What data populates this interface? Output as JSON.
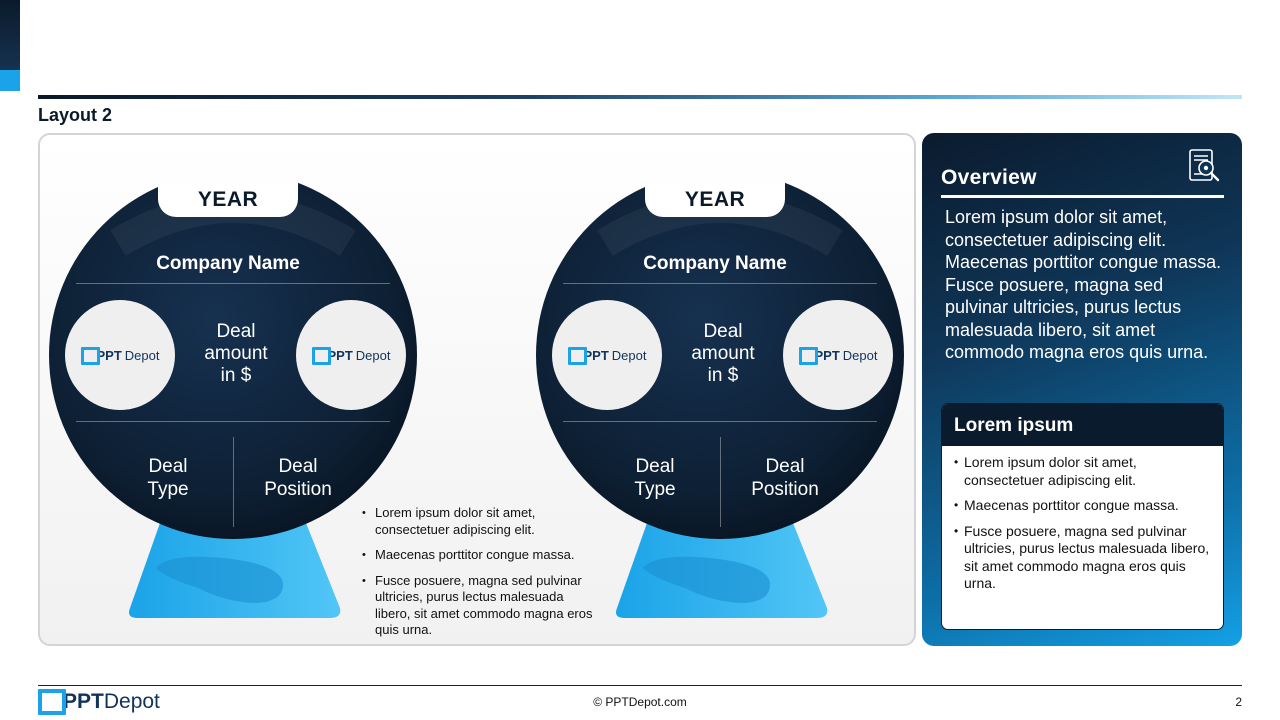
{
  "slide": {
    "layout_title": "Layout 2",
    "page_number": "2",
    "copyright": "© PPTDepot.com"
  },
  "brand": {
    "logo_ppt": "PPT",
    "logo_depot": "Depot"
  },
  "deal_cards": [
    {
      "year": "YEAR",
      "company": "Company Name",
      "deal_amount_lines": [
        "Deal",
        "amount",
        "in $"
      ],
      "deal_type_lines": [
        "Deal",
        "Type"
      ],
      "deal_position_lines": [
        "Deal",
        "Position"
      ]
    },
    {
      "year": "YEAR",
      "company": "Company Name",
      "deal_amount_lines": [
        "Deal",
        "amount",
        "in $"
      ],
      "deal_type_lines": [
        "Deal",
        "Type"
      ],
      "deal_position_lines": [
        "Deal",
        "Position"
      ]
    }
  ],
  "middle_bullets": [
    "Lorem ipsum dolor sit amet, consectetuer adipiscing elit.",
    "Maecenas porttitor congue massa.",
    "Fusce posuere, magna sed pulvinar ultricies, purus lectus malesuada libero, sit amet commodo magna eros quis urna."
  ],
  "overview": {
    "title": "Overview",
    "icon": "document-search-icon",
    "body": "Lorem ipsum dolor sit amet, consectetuer adipiscing elit. Maecenas porttitor congue massa. Fusce posuere, magna sed pulvinar ultricies, purus lectus malesuada libero, sit amet commodo magna eros quis urna.",
    "card_title": "Lorem ipsum",
    "card_bullets": [
      "Lorem ipsum dolor sit amet, consectetuer adipiscing elit.",
      "Maecenas porttitor congue massa.",
      "Fusce posuere, magna sed pulvinar ultricies, purus lectus malesuada libero, sit amet commodo magna eros quis urna."
    ]
  },
  "colors": {
    "navy": "#0b1b2e",
    "accent_blue": "#1aa3e8",
    "base_light_blue": "#4cc3f5"
  }
}
